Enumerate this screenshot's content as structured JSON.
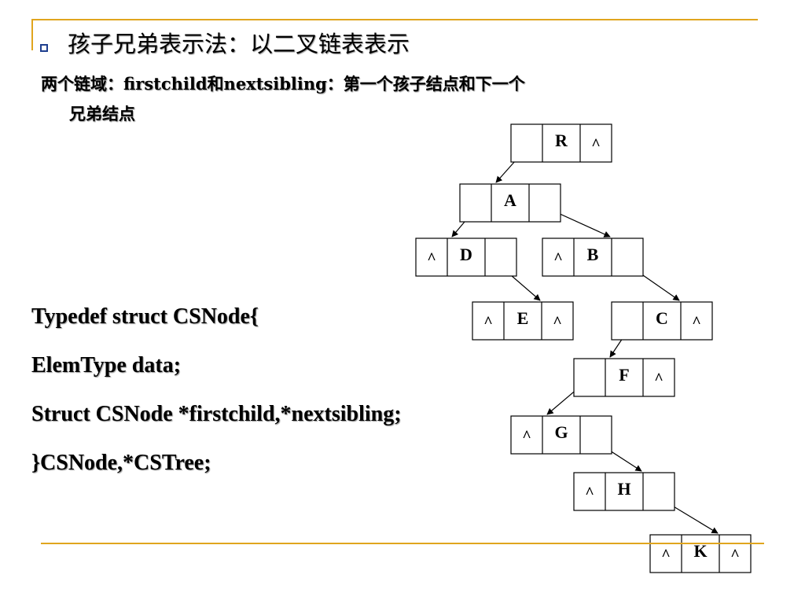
{
  "slide": {
    "title": "孩子兄弟表示法：以二叉链表表示",
    "subtitle_line1": "两个链域：firstchild和nextsibling：第一个孩子结点和下一个",
    "subtitle_line2": "兄弟结点",
    "accent_color": "#E0A51E",
    "bullet_icon": "hollow-square-bullet"
  },
  "code": [
    "Typedef struct CSNode{",
    "ElemType data;",
    "Struct CSNode *firstchild,*nextsibling;",
    "}CSNode,*CSTree;"
  ],
  "tree": {
    "null_symbol": "^",
    "nodes": [
      {
        "id": "R",
        "label": "R",
        "firstchild": "A",
        "nextsibling": null
      },
      {
        "id": "A",
        "label": "A",
        "firstchild": "D",
        "nextsibling": "B"
      },
      {
        "id": "D",
        "label": "D",
        "firstchild": null,
        "nextsibling": "E"
      },
      {
        "id": "B",
        "label": "B",
        "firstchild": null,
        "nextsibling": "C"
      },
      {
        "id": "E",
        "label": "E",
        "firstchild": null,
        "nextsibling": null
      },
      {
        "id": "C",
        "label": "C",
        "firstchild": "F",
        "nextsibling": null
      },
      {
        "id": "F",
        "label": "F",
        "firstchild": "G",
        "nextsibling": null
      },
      {
        "id": "G",
        "label": "G",
        "firstchild": null,
        "nextsibling": "H"
      },
      {
        "id": "H",
        "label": "H",
        "firstchild": null,
        "nextsibling": "K"
      },
      {
        "id": "K",
        "label": "K",
        "firstchild": null,
        "nextsibling": null
      }
    ]
  }
}
